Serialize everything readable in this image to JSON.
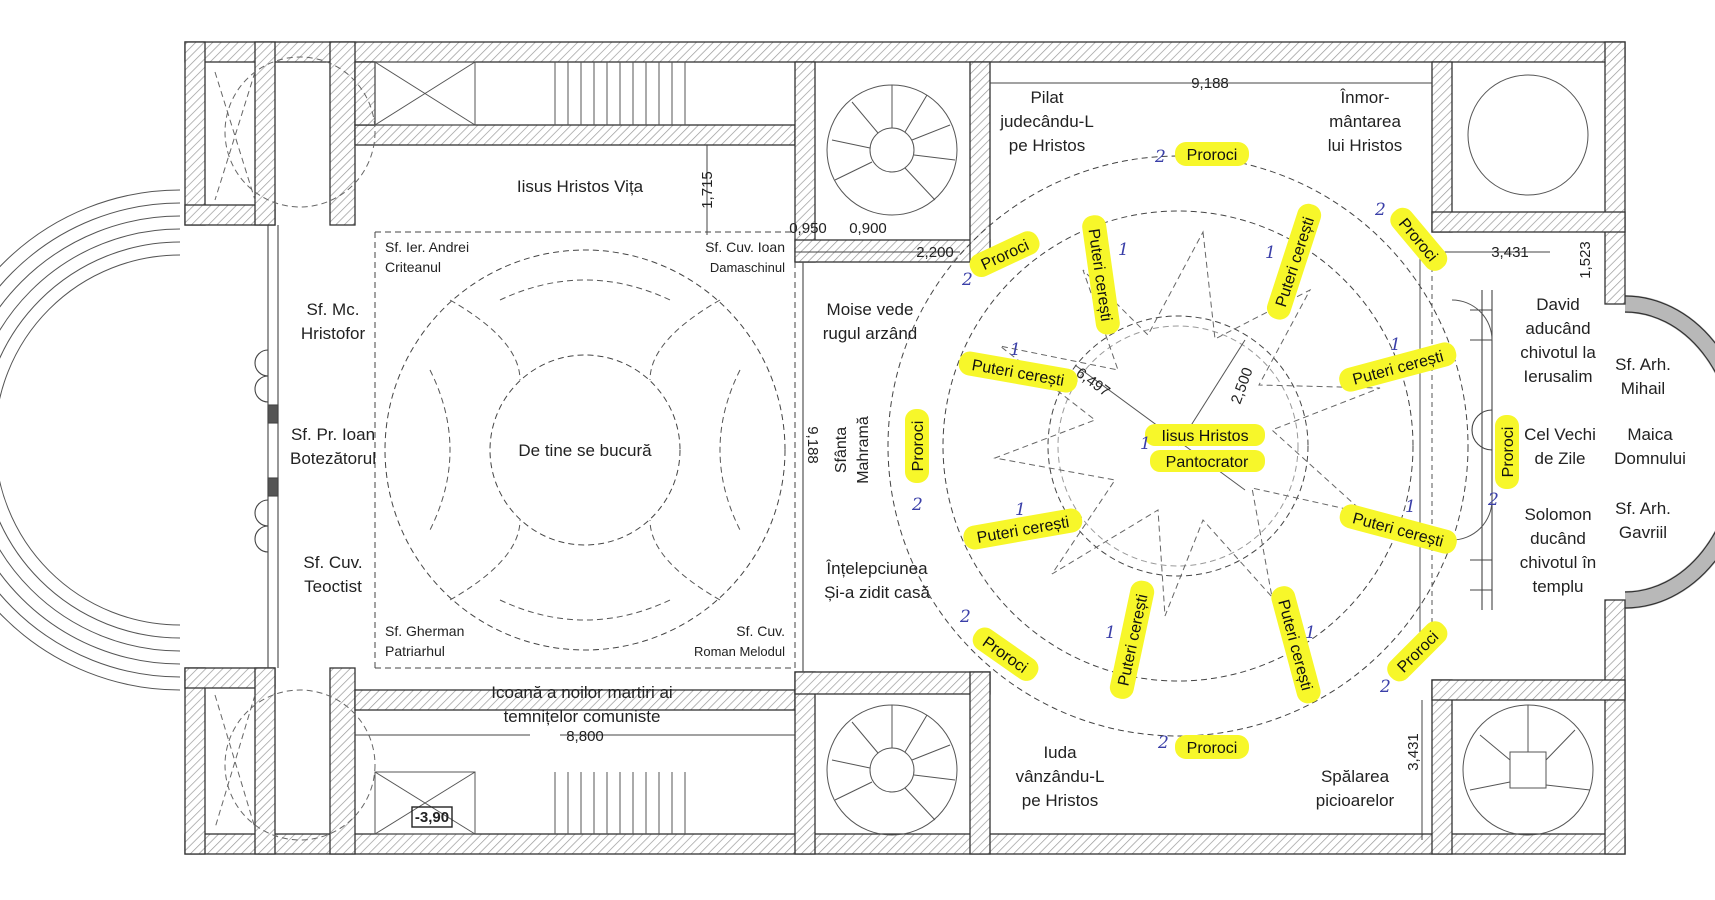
{
  "dimensions": {
    "top_width": "9,188",
    "bottom_width": "8,800",
    "left_height": "1,715",
    "d_0950": "0,950",
    "d_0900": "0,900",
    "d_2200": "2,200",
    "right_top": "3,431",
    "right_side": "1,523",
    "right_bottom": "3,431",
    "nave_height": "9,188",
    "radius_outer": "6,497",
    "radius_inner": "2,500",
    "level": "-3,90"
  },
  "narthex": {
    "top": "Iisus Hristos Vița",
    "dome": "De tine se bucură",
    "corner_tl": [
      "Sf. Ier. Andrei",
      "Criteanul"
    ],
    "corner_tr": [
      "Sf. Cuv. Ioan",
      "Damaschinul"
    ],
    "corner_bl": [
      "Sf. Gherman",
      "Patriarhul"
    ],
    "corner_br": [
      "Sf. Cuv.",
      "Roman Melodul"
    ],
    "bottom": [
      "Icoană a noilor martiri ai",
      "temnițelor comuniste"
    ]
  },
  "left_wall": {
    "s1": [
      "Sf. Mc.",
      "Hristofor"
    ],
    "s2": [
      "Sf. Pr. Ioan",
      "Botezătorul"
    ],
    "s3": [
      "Sf. Cuv.",
      "Teoctist"
    ]
  },
  "nave_left": {
    "moise": [
      "Moise vede",
      "rugul arzând"
    ],
    "mahrama": [
      "Sfânta",
      "Mahramă"
    ],
    "intelepciunea": [
      "Înțelepciunea",
      "Și-a zidit casă"
    ]
  },
  "nave_corners": {
    "pilat": [
      "Pilat",
      "judecându-L",
      "pe Hristos"
    ],
    "inmormantarea": [
      "Înmor-",
      "mântarea",
      "lui Hristos"
    ],
    "iuda": [
      "Iuda",
      "vânzându-L",
      "pe Hristos"
    ],
    "spalarea": [
      "Spălarea",
      "picioarelor"
    ]
  },
  "dome": {
    "center": [
      "Iisus Hristos",
      "Pantocrator"
    ],
    "center_num": "1",
    "angels_label": "Puteri cerești",
    "angels_num": "1",
    "prophets_label": "Proroci",
    "prophets_num": "2"
  },
  "sanctuary": {
    "david": [
      "David",
      "aducând",
      "chivotul la",
      "Ierusalim"
    ],
    "cel_vechi": [
      "Cel Vechi",
      "de Zile"
    ],
    "solomon": [
      "Solomon",
      "ducând",
      "chivotul în",
      "templu"
    ],
    "mihail": [
      "Sf. Arh.",
      "Mihail"
    ],
    "maica": [
      "Maica",
      "Domnului"
    ],
    "gavriil": [
      "Sf. Arh.",
      "Gavriil"
    ]
  },
  "colors": {
    "highlight": "#f7f72a",
    "ink": "#222222",
    "number_ink": "#3a3fa8",
    "hatch": "#999999"
  }
}
